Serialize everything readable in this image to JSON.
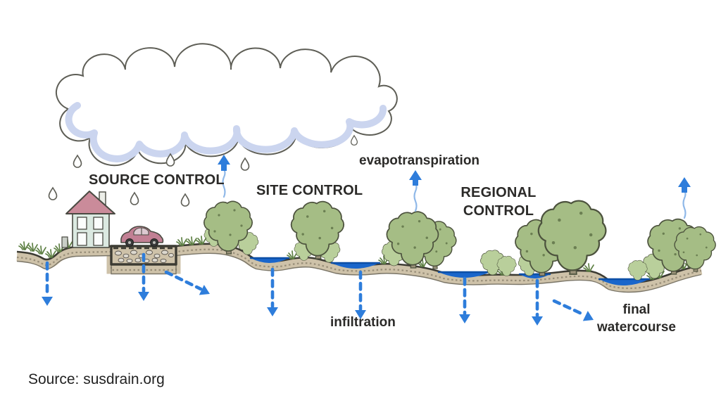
{
  "stage_labels": {
    "source_control": "SOURCE CONTROL",
    "site_control": "SITE CONTROL",
    "regional_control": "REGIONAL CONTROL"
  },
  "process_labels": {
    "evapotranspiration": "evapotranspiration",
    "infiltration": "infiltration",
    "final_watercourse": "final watercourse"
  },
  "credit_text": "Source: susdrain.org",
  "icons": {
    "cloud": "rain-cloud-icon",
    "raindrop": "raindrop-icon",
    "house": "house-icon",
    "car": "car-icon",
    "tree": "tree-icon",
    "bush": "bush-icon",
    "up_arrow": "evapotranspiration-arrow-icon",
    "down_arrow": "infiltration-arrow-icon",
    "water": "water-pool",
    "trench": "permeable-paving-trench"
  },
  "colors": {
    "arrow_blue": "#2e7ddb",
    "arrow_tail_blue": "#8fb8e8",
    "water_blue": "#1a66cb",
    "water_edge": "#0d4fa6",
    "cloud_shading": "#cbd5ef",
    "cloud_outline": "#5e5e56",
    "tree_green": "#a5bd85",
    "tree_outline": "#4c523d",
    "bush_green": "#b9cf9b",
    "trunk_brown": "#9a9179",
    "grass_green": "#5e8044",
    "ground_tan": "#cec2a9",
    "ground_dark": "#3c3b33",
    "ground_mid": "#978d78",
    "house_wall": "#dbe9e1",
    "house_roof": "#ca8b9a",
    "car_pink": "#c28094",
    "window_white": "#fbfdfc",
    "pebble_gray": "#dcd8ce",
    "text_dark": "#2b2a28"
  }
}
